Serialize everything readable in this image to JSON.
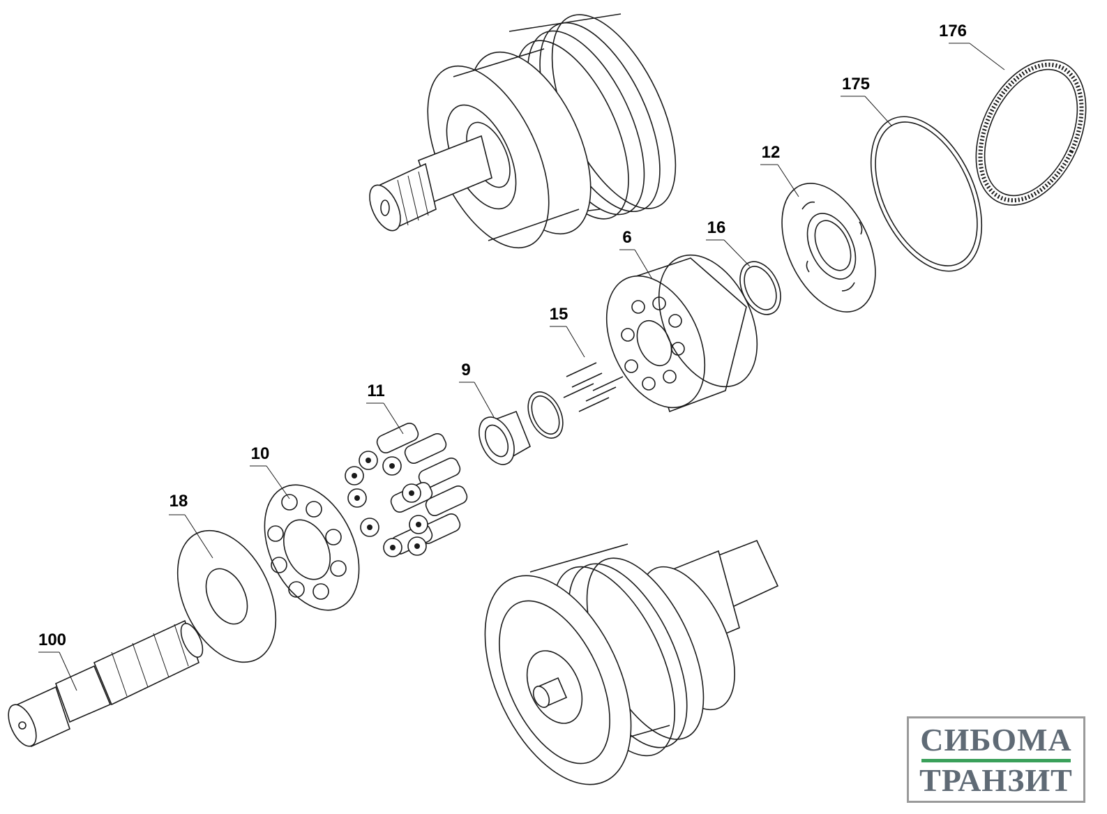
{
  "callouts": [
    {
      "id": "176",
      "text": "176"
    },
    {
      "id": "175",
      "text": "175"
    },
    {
      "id": "12",
      "text": "12"
    },
    {
      "id": "16",
      "text": "16"
    },
    {
      "id": "6",
      "text": "6"
    },
    {
      "id": "15",
      "text": "15"
    },
    {
      "id": "9",
      "text": "9"
    },
    {
      "id": "11",
      "text": "11"
    },
    {
      "id": "10",
      "text": "10"
    },
    {
      "id": "18",
      "text": "18"
    },
    {
      "id": "100",
      "text": "100"
    }
  ],
  "logo": {
    "line1": "СИБОМА",
    "line2": "ТРАНЗИТ",
    "accent_color": "#3aa05a",
    "text_color": "#5f6a75"
  }
}
